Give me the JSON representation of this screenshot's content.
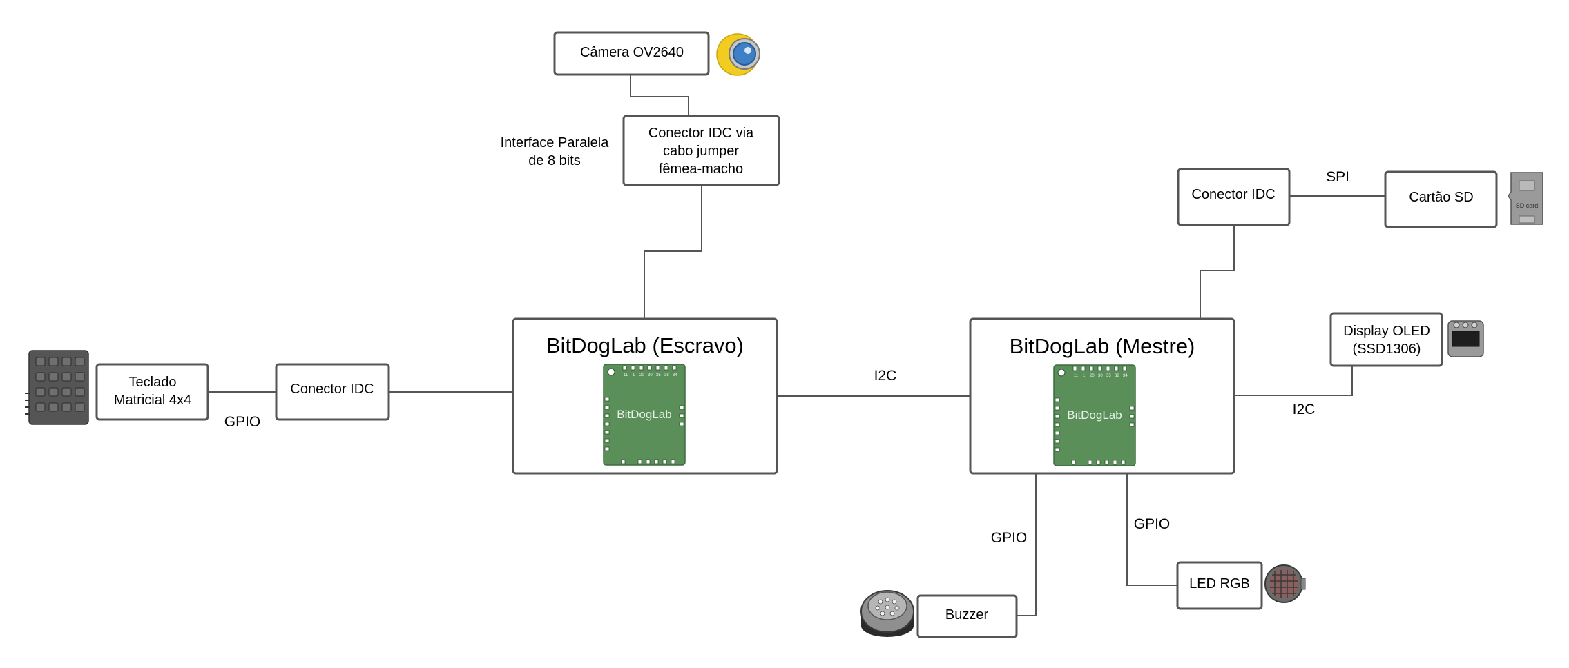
{
  "blocks": {
    "camera": "Câmera OV2640",
    "camera_connector": [
      "Conector IDC via",
      "cabo jumper",
      "fêmea-macho"
    ],
    "parallel_interface": [
      "Interface Paralela",
      "de 8 bits"
    ],
    "keypad": [
      "Teclado",
      "Matricial 4x4"
    ],
    "keypad_connector": "Conector IDC",
    "slave": "BitDogLab (Escravo)",
    "master": "BitDogLab (Mestre)",
    "sd_connector": "Conector IDC",
    "sd_card": "Cartão SD",
    "oled": [
      "Display OLED",
      "(SSD1306)"
    ],
    "buzzer": "Buzzer",
    "led": "LED RGB"
  },
  "links": {
    "keypad_gpio": "GPIO",
    "slave_master_i2c": "I2C",
    "master_oled_i2c": "I2C",
    "sd_spi": "SPI",
    "buzzer_gpio": "GPIO",
    "led_gpio": "GPIO"
  },
  "board": {
    "label": "BitDogLab",
    "pin_labels": [
      "11",
      "1",
      "20",
      "30",
      "35",
      "38",
      "34"
    ]
  },
  "icons": {
    "sd_card_label": "SD card"
  },
  "colors": {
    "board_green": "#5a8f5a",
    "camera_yellow": "#f2cc1f",
    "camera_lens_blue": "#3f7fc6"
  }
}
